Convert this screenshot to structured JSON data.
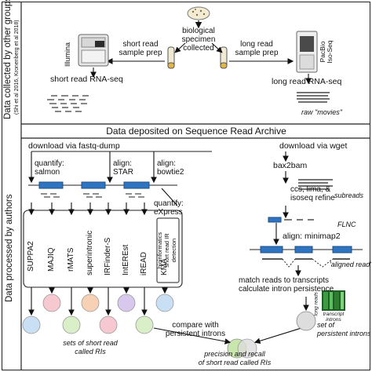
{
  "top_section": {
    "side_label": "Data collected by other groups",
    "side_citation": "(Shi et al 2016, Kronenberg et al 2018)",
    "specimen_label_1": "biological",
    "specimen_label_2": "specimen",
    "specimen_label_3": "collected",
    "short_prep_1": "short read",
    "short_prep_2": "sample prep",
    "long_prep_1": "long read",
    "long_prep_2": "sample prep",
    "illumina": "Illumina",
    "pacbio_1": "PacBio",
    "pacbio_2": "Iso-Seq",
    "short_rnaseq": "short read  RNA-seq",
    "long_rnaseq": "long read  RNA-seq",
    "raw_movies": "raw \"movies\""
  },
  "banner": {
    "text": "Data deposited on Sequence Read Archive"
  },
  "bottom_section": {
    "side_label": "Data processed by authors",
    "download_fastq": "download via   fastq-dump",
    "download_wget": "download via   wget",
    "quantify_salmon_1": "quantify:",
    "quantify_salmon_2": "salmon",
    "align_star_1": "align:",
    "align_star_2": "STAR",
    "align_bowtie_1": "align:",
    "align_bowtie_2": "bowtie2",
    "quantify_express_1": "quantify:",
    "quantify_express_2": "eXpress",
    "tools": [
      "SUPPA2",
      "MAJIQ",
      "rMATS",
      "superintronic",
      "IRFinder-S",
      "IntEREst",
      "iREAD",
      "KMA"
    ],
    "bioinf_1": "bioinformatics",
    "bioinf_2": "short read IR",
    "bioinf_3": "detection",
    "sets_called_1": "sets of short read",
    "sets_called_2": "called RIs",
    "compare_1": "compare with",
    "compare_2": "persistent introns",
    "precision_1": "precision and recall",
    "precision_2": "of short read called RIs",
    "bax2bam": "bax2bam",
    "subreads": "subreads",
    "ccs_refine_1": "ccs, lima, &",
    "ccs_refine_2": "isoseq refine",
    "flnc": "FLNC",
    "align_minimap": "align: minimap2",
    "aligned_read": "'aligned read'",
    "match_1": "match reads to transcripts",
    "match_2": "calculate intron persistence",
    "long_reads": "long reads",
    "transcript_introns_1": "transcript",
    "transcript_introns_2": "introns",
    "set_persistent_1": "set of",
    "set_persistent_2": "persistent introns"
  },
  "colors": {
    "exon_blue": "#2f74c0",
    "circle_pink": "#f6c8cf",
    "circle_orange": "#f8d1b4",
    "circle_green": "#d9efc8",
    "circle_purple": "#d8c8ee",
    "circle_lightblue": "#c9dff3",
    "venn_green": "#c7e6a8",
    "persistent_grey": "#dddddd",
    "heatmap_green": "#2e7d32"
  }
}
